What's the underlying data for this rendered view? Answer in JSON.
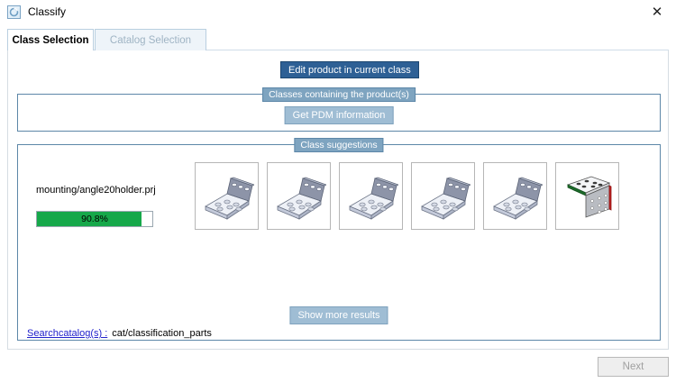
{
  "window": {
    "title": "Classify",
    "icon": "classify-ring-icon",
    "close_label": "✕"
  },
  "tabs": [
    {
      "label": "Class Selection",
      "active": true
    },
    {
      "label": "Catalog Selection",
      "active": false
    }
  ],
  "main": {
    "edit_product_button": "Edit product in current class",
    "classes_group": {
      "title": "Classes containing the product(s)",
      "get_pdm_button": "Get PDM information"
    },
    "suggestions_group": {
      "title": "Class suggestions",
      "file_name": "mounting/angle20holder.prj",
      "match": {
        "percent_label": "90.8%",
        "percent_value": 90.8,
        "bar_color": "#16a84a"
      },
      "thumbnails": [
        {
          "name": "angle-bracket-thumb-1",
          "variant": "gray"
        },
        {
          "name": "angle-bracket-thumb-2",
          "variant": "gray"
        },
        {
          "name": "angle-bracket-thumb-3",
          "variant": "gray"
        },
        {
          "name": "angle-bracket-thumb-4",
          "variant": "gray"
        },
        {
          "name": "angle-bracket-thumb-5",
          "variant": "gray"
        },
        {
          "name": "angle-bracket-thumb-6",
          "variant": "colored"
        }
      ],
      "show_more_button": "Show more results",
      "search_link": "Searchcatalog(s) :",
      "search_value": "cat/classification_parts"
    }
  },
  "footer": {
    "next_button": "Next",
    "next_enabled": false
  },
  "colors": {
    "accent_dark": "#2e6095",
    "accent_light": "#9fbdd4",
    "group_border": "#5d87a8",
    "progress_green": "#16a84a",
    "link_blue": "#2222cc"
  }
}
